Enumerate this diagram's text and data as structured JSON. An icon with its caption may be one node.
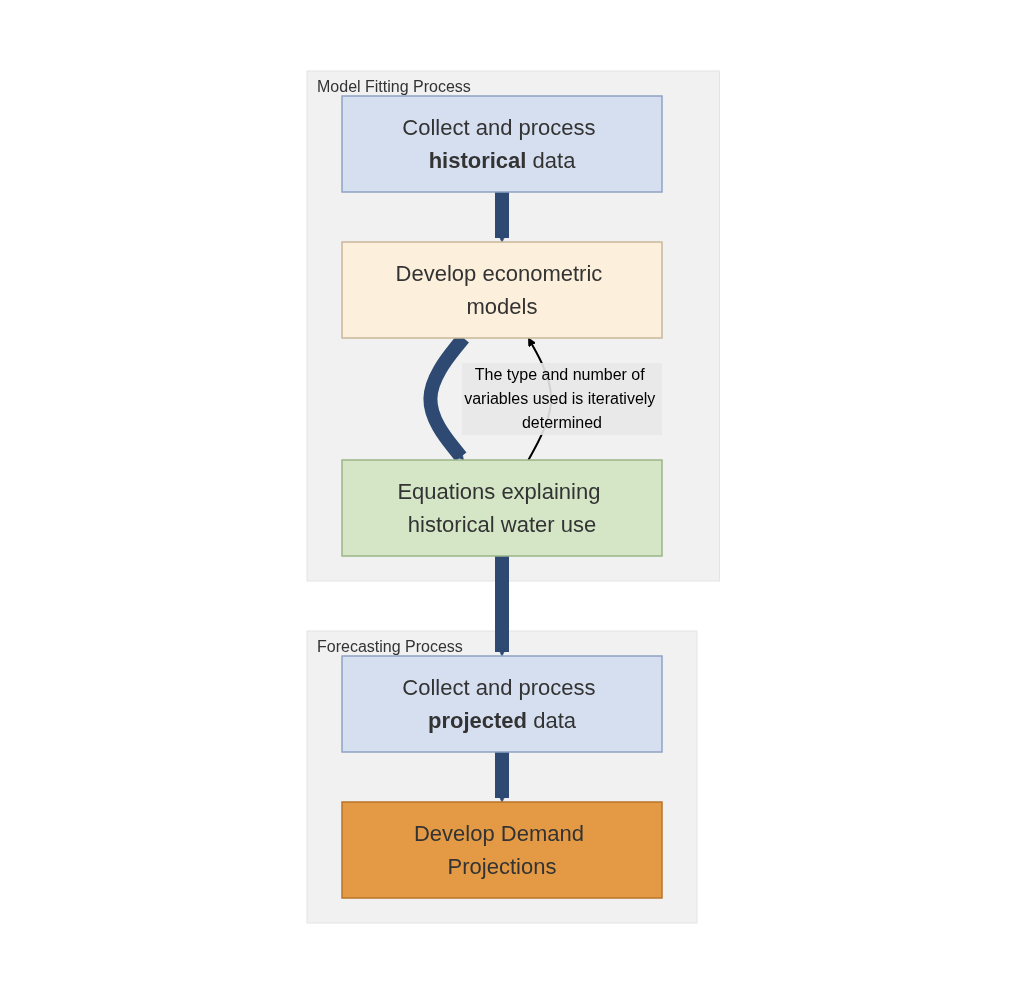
{
  "diagram": {
    "nodes": [
      {
        "text": [
          "Model Fitting Process"
        ]
      },
      {
        "text": [
          "Collect and process **historical** data"
        ],
        "in": 0
      },
      {
        "text": [
          "Develop econometric models"
        ],
        "in": 0
      },
      {
        "text": [
          "Equations explaining historical water use"
        ],
        "in": 0
      },
      {
        "text": [
          "Forecasting Process"
        ]
      },
      {
        "text": [
          "Collect and process **projected** data"
        ],
        "in": 4
      },
      {
        "text": [
          "Develop Demand Projections"
        ],
        "in": 4
      }
    ],
    "edges": [
      {
        "from": 1,
        "to": 2,
        "arrow": "to"
      },
      {
        "from": 2,
        "to": 3,
        "arrow": "to"
      },
      {
        "from": 3,
        "to": 2,
        "arrow": "to",
        "label": "The type and number of variables used is iteratively determined",
        "color": "#000000"
      },
      {
        "from": 3,
        "to": 5,
        "arrow": "to"
      },
      {
        "from": 5,
        "to": 6,
        "arrow": "to"
      }
    ]
  }
}
